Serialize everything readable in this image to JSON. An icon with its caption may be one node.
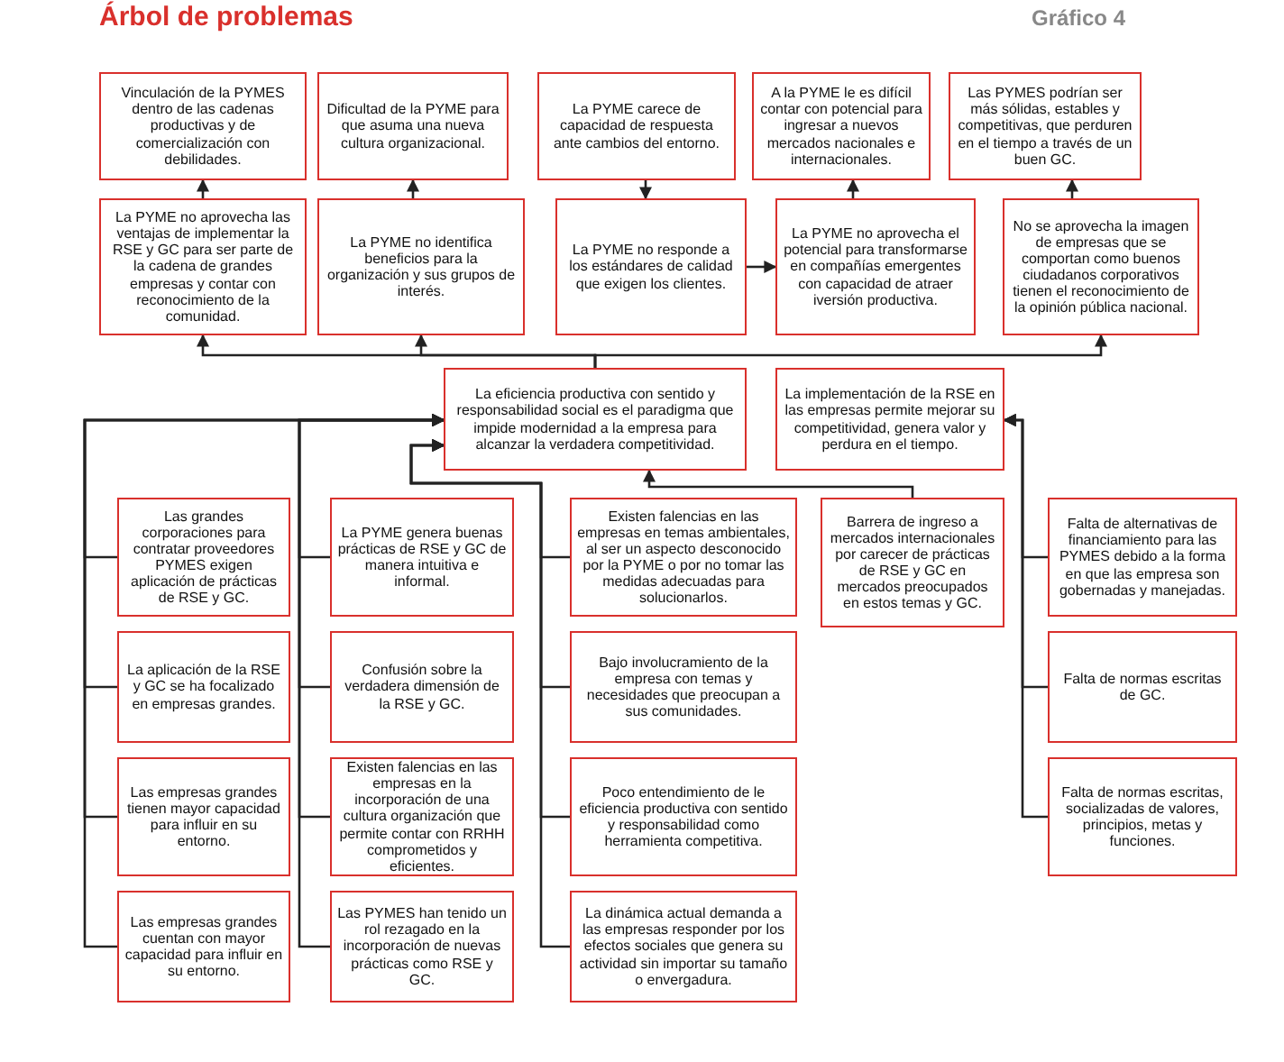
{
  "diagram": {
    "title": "Árbol de problemas",
    "nodes": [
      {
        "text": [
          "Vinculación de la PYMES dentro de las cadenas productivas y de comercialización con debilidades."
        ]
      },
      {
        "text": [
          "Dificultad de la PYME para que asuma una nueva cultura organizacional."
        ]
      },
      {
        "text": [
          "La PYME carece de capacidad de respuesta ante cambios del entorno."
        ]
      },
      {
        "text": [
          "A la PYME le es difícil contar con potencial para ingresar a nuevos mercados nacionales e internacionales."
        ]
      },
      {
        "text": [
          "Las PYMES podrían ser más sólidas, estables y competitivas, que perduren en el tiempo a través de un buen GC."
        ]
      },
      {
        "text": [
          "La PYME no aprovecha las ventajas de implementar la RSE y GC para ser parte de la cadena de grandes empresas y contar con reconocimiento de la comunidad."
        ]
      },
      {
        "text": [
          "La PYME no identifica beneficios para la organización y sus grupos de interés."
        ]
      },
      {
        "text": [
          "La PYME no responde a los estándares de calidad que exigen los clientes."
        ]
      },
      {
        "text": [
          "La PYME no aprovecha el potencial para transformarse en compañías emergentes con capacidad de atraer iversión productiva."
        ]
      },
      {
        "text": [
          "No se aprovecha la imagen de empresas que se comportan como buenos ciudadanos corporativos tienen el reconocimiento de la opinión pública nacional."
        ]
      },
      {
        "text": [
          "La eficiencia productiva con sentido y responsabilidad social es el paradigma que impide modernidad a la empresa para alcanzar la verdadera competitividad."
        ]
      },
      {
        "text": [
          "La implementación de la RSE en las empresas permite mejorar su competitividad, genera valor y perdura en el tiempo."
        ]
      },
      {
        "text": [
          "Las grandes corporaciones para contratar proveedores PYMES exigen aplicación de prácticas de RSE y GC."
        ]
      },
      {
        "text": [
          "La PYME genera buenas prácticas de RSE y GC de manera intuitiva e informal."
        ]
      },
      {
        "text": [
          "Existen falencias en las empresas en temas ambientales, al ser un aspecto desconocido por la PYME o por no tomar las medidas adecuadas para solucionarlos."
        ]
      },
      {
        "text": [
          "Barrera de ingreso a mercados internacionales por carecer de prácticas de RSE y GC en mercados preocupados en estos temas y GC."
        ]
      },
      {
        "text": [
          "Falta de alternativas de financiamiento para las PYMES debido a la forma en que las empresa son gobernadas y manejadas."
        ]
      },
      {
        "text": [
          "La aplicación de la RSE y GC se ha focalizado en empresas grandes."
        ]
      },
      {
        "text": [
          "Confusión sobre la verdadera dimensión de la RSE y GC."
        ]
      },
      {
        "text": [
          "Bajo involucramiento de la empresa con temas y necesidades que preocupan a sus comunidades."
        ]
      },
      {
        "text": [
          "Falta de normas escritas de GC."
        ]
      },
      {
        "text": [
          "Las empresas grandes tienen mayor capacidad para influir en su entorno."
        ]
      },
      {
        "text": [
          "Existen falencias en las empresas en la incorporación de una cultura organización que permite contar con RRHH comprometidos y eficientes."
        ]
      },
      {
        "text": [
          "Poco entendimiento de le eficiencia productiva con sentido y responsabilidad como herramienta competitiva."
        ]
      },
      {
        "text": [
          "Falta de normas escritas, socializadas de valores, principios, metas y funciones."
        ]
      },
      {
        "text": [
          "Las empresas grandes cuentan con mayor capacidad para influir en su entorno."
        ]
      },
      {
        "text": [
          "Las PYMES han tenido un rol rezagado en la incorporación de nuevas prácticas como RSE y GC."
        ]
      },
      {
        "text": [
          "La dinámica actual demanda a las empresas responder por los efectos sociales que genera su actividad sin importar su tamaño o envergadura."
        ]
      }
    ],
    "edges": [
      {
        "from": 10,
        "to": 5,
        "arrow": "to"
      },
      {
        "from": 10,
        "to": 6,
        "arrow": "to"
      },
      {
        "from": 10,
        "to": 9,
        "arrow": "to"
      },
      {
        "from": 5,
        "to": 0,
        "arrow": "to"
      },
      {
        "from": 6,
        "to": 1,
        "arrow": "to"
      },
      {
        "from": 2,
        "to": 7,
        "arrow": "to"
      },
      {
        "from": 7,
        "to": 8,
        "arrow": "to"
      },
      {
        "from": 8,
        "to": 3,
        "arrow": "to"
      },
      {
        "from": 9,
        "to": 4,
        "arrow": "to"
      },
      {
        "from": 12,
        "to": 10,
        "arrow": "to"
      },
      {
        "from": 17,
        "to": 10,
        "arrow": "to"
      },
      {
        "from": 21,
        "to": 10,
        "arrow": "to"
      },
      {
        "from": 25,
        "to": 10,
        "arrow": "to"
      },
      {
        "from": 13,
        "to": 10,
        "arrow": "to"
      },
      {
        "from": 18,
        "to": 10,
        "arrow": "to"
      },
      {
        "from": 22,
        "to": 10,
        "arrow": "to"
      },
      {
        "from": 26,
        "to": 10,
        "arrow": "to"
      },
      {
        "from": 14,
        "to": 10,
        "arrow": "to"
      },
      {
        "from": 19,
        "to": 10,
        "arrow": "to"
      },
      {
        "from": 23,
        "to": 10,
        "arrow": "to"
      },
      {
        "from": 27,
        "to": 10,
        "arrow": "to"
      },
      {
        "from": 15,
        "to": 10,
        "arrow": "to"
      },
      {
        "from": 16,
        "to": 11,
        "arrow": "to"
      },
      {
        "from": 20,
        "to": 11,
        "arrow": "to"
      },
      {
        "from": 24,
        "to": 11,
        "arrow": "to"
      }
    ],
    "labels": [
      "Gráfico 4"
    ]
  }
}
